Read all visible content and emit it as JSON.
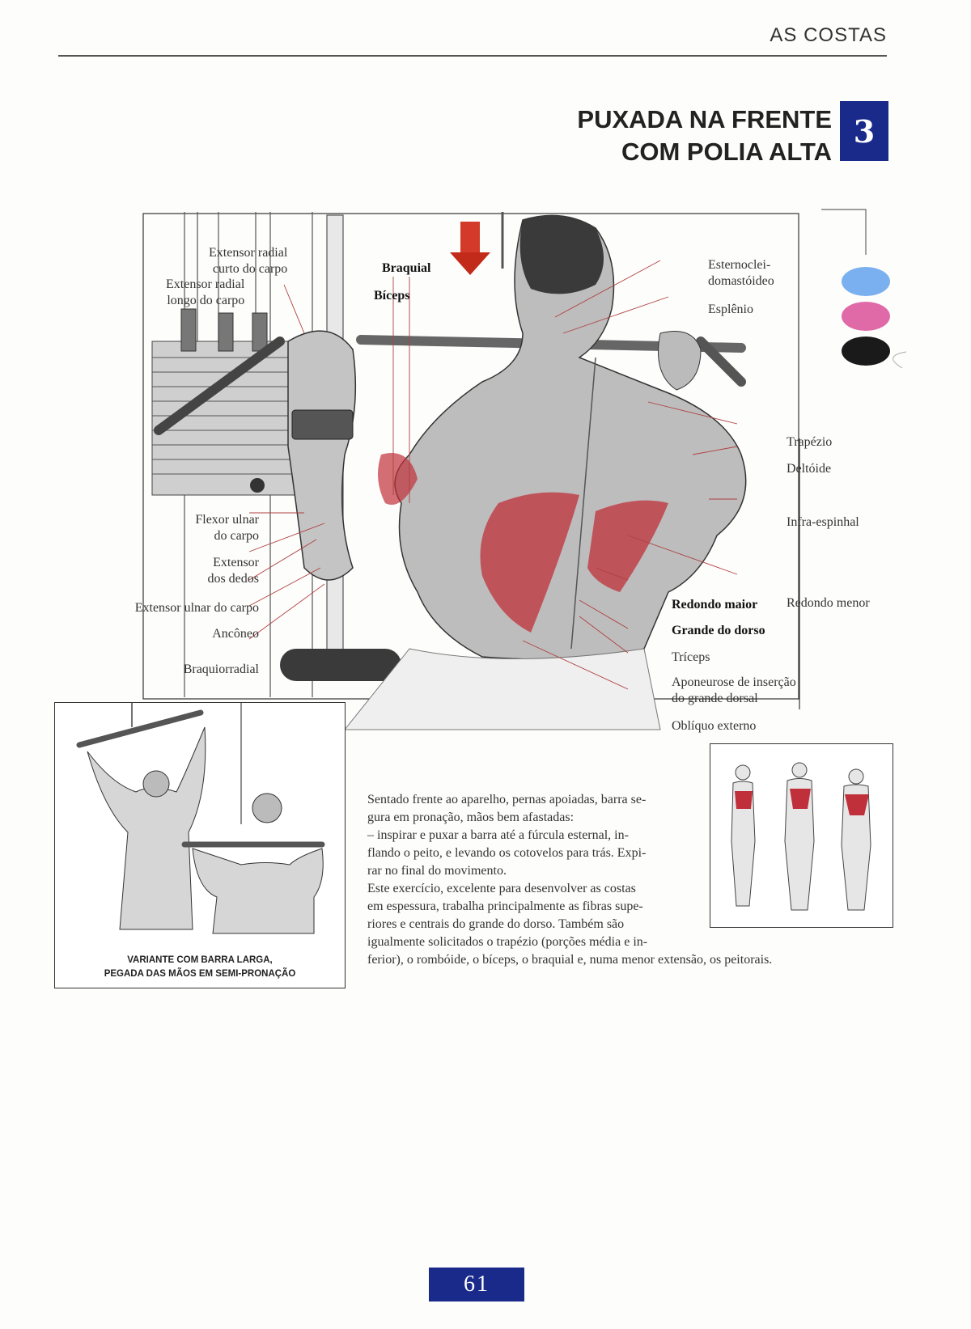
{
  "header": {
    "section": "AS COSTAS",
    "title_line1": "PUXADA NA FRENTE",
    "title_line2": "COM POLIA ALTA",
    "chapter": "3"
  },
  "colors": {
    "accent": "#1a2a8a",
    "arrow": "#d33a2a",
    "legend_blue": "#7ab0f0",
    "legend_pink": "#e06aa8",
    "legend_black": "#1a1a1a",
    "muscle_red": "#c0303a"
  },
  "labels": {
    "left": {
      "extensor_radial_curto": "Extensor radial curto do carpo",
      "extensor_radial_curto_l1": "Extensor radial",
      "extensor_radial_curto_l2": "curto do carpo",
      "extensor_radial_longo_l1": "Extensor radial",
      "extensor_radial_longo_l2": "longo do carpo",
      "flexor_ulnar_l1": "Flexor ulnar",
      "flexor_ulnar_l2": "do carpo",
      "extensor_dedos_l1": "Extensor",
      "extensor_dedos_l2": "dos dedos",
      "extensor_ulnar": "Extensor ulnar do carpo",
      "anconeo": "Ancôneo",
      "braquiorradial": "Braquiorradial"
    },
    "center": {
      "braquial": "Braquial",
      "biceps": "Bíceps"
    },
    "right": {
      "esternocleido_l1": "Esternoclei-",
      "esternocleido_l2": "domastóideo",
      "esplenio": "Esplênio",
      "trapezio": "Trapézio",
      "deltoide": "Deltóide",
      "infra_espinhal": "Infra-espinhal",
      "redondo_maior": "Redondo maior",
      "redondo_menor": "Redondo menor",
      "grande_dorso": "Grande do dorso",
      "triceps": "Tríceps",
      "aponeurose_l1": "Aponeurose de inserção",
      "aponeurose_l2": "do grande dorsal",
      "obliquo": "Oblíquo externo"
    }
  },
  "variant": {
    "caption_l1": "VARIANTE COM BARRA LARGA,",
    "caption_l2": "PEGADA DAS MÃOS EM SEMI-PRONAÇÃO"
  },
  "description": {
    "l1": "Sentado frente ao aparelho, pernas apoiadas, barra se-",
    "l2": "gura em pronação, mãos bem afastadas:",
    "l3": "– inspirar e puxar a barra até a fúrcula esternal, in-",
    "l4": "flando o peito, e levando os cotovelos para trás. Expi-",
    "l5": "rar no final do movimento.",
    "l6": "Este exercício, excelente para desenvolver as costas",
    "l7": "em espessura, trabalha principalmente as fibras supe-",
    "l8": "riores e centrais do grande do dorso. Também são",
    "l9": "igualmente solicitados o trapézio (porções média e in-",
    "l10": "ferior), o rombóide, o bíceps, o braquial e, numa menor extensão, os peitorais."
  },
  "page_number": "61"
}
